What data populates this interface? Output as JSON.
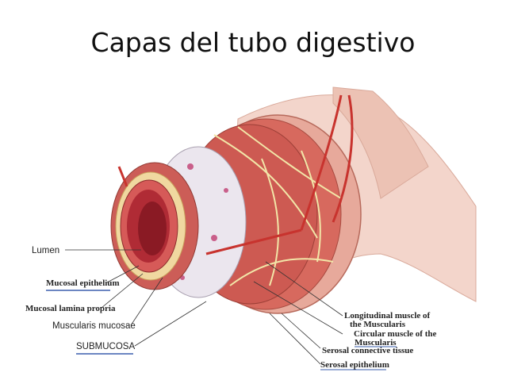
{
  "title": "Capas del tubo digestivo",
  "labels": {
    "lumen": "Lumen",
    "mucosal_epithelium": "Mucosal epithelium",
    "mucosal_lamina_propria": "Mucosal lamina propria",
    "muscularis_mucosae": "Muscularis mucosae",
    "submucosa": "SUBMUCOSA",
    "longitudinal_1": "Longitudinal muscle of",
    "longitudinal_2": "the Muscularis",
    "circular_1": "Circular muscle of the",
    "circular_2": "Muscularis",
    "serosal_connective": "Serosal connective tissue",
    "serosal_epithelium": "Serosal epithelium"
  },
  "colors": {
    "underline": "#3b5fae",
    "muscle": "#c8514a",
    "mesentery": "#f1cfc4",
    "lumen": "#b8303a",
    "submucosa": "#e9e4ec",
    "nerve": "#f2e6a8"
  }
}
